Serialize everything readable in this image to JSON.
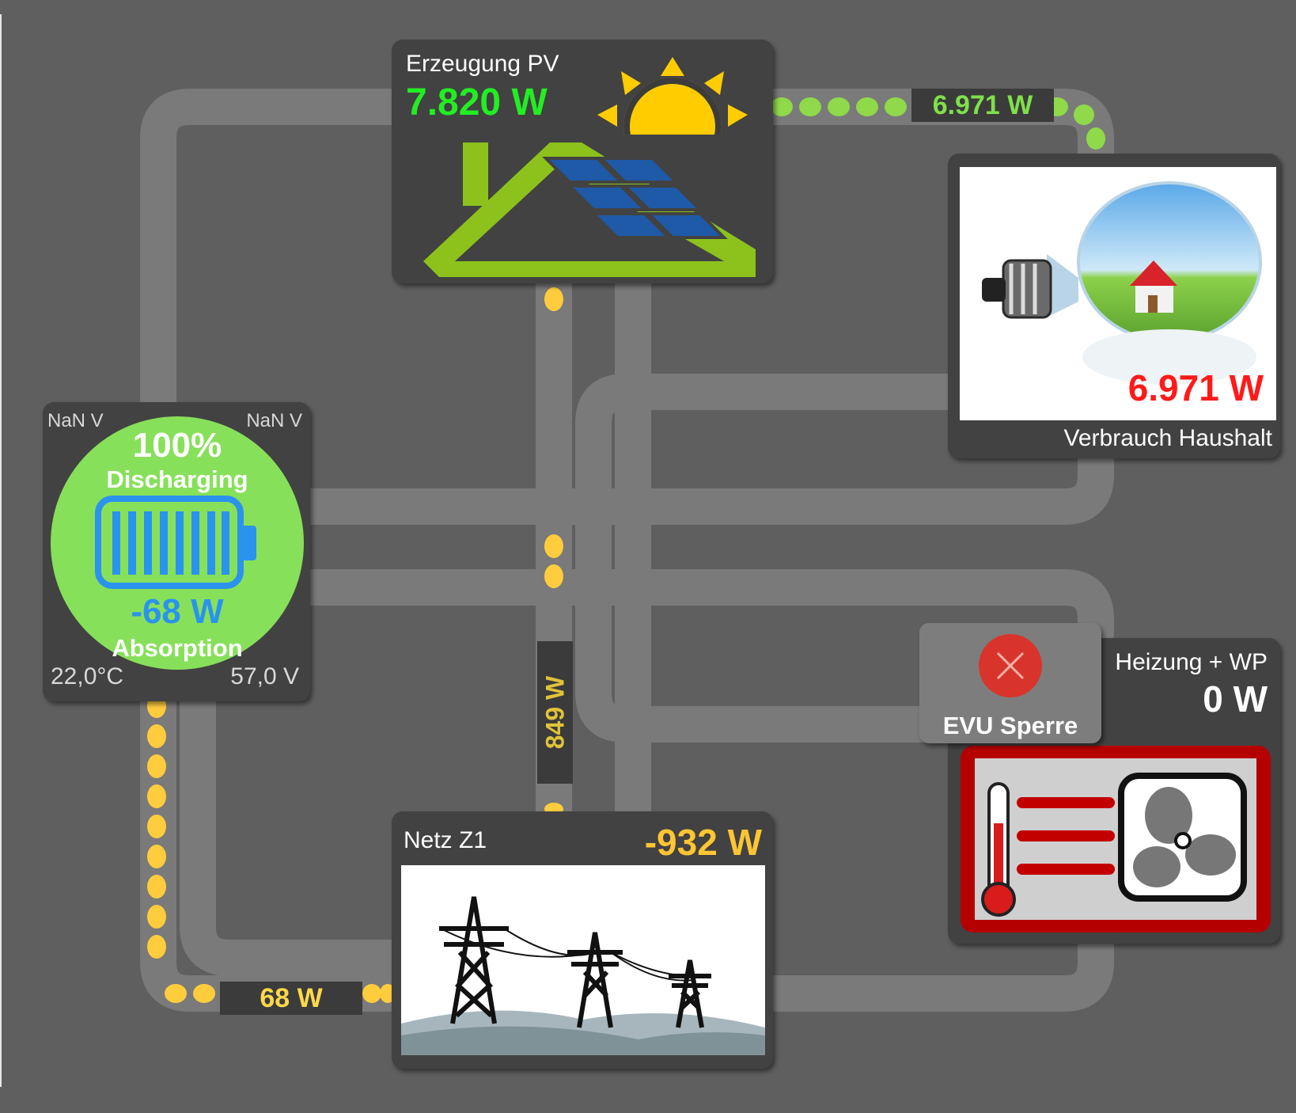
{
  "pv": {
    "title": "Erzeugung PV",
    "value": "7.820 W",
    "value_color": "#22ee22",
    "icon": "solar-roof-icon"
  },
  "household": {
    "title": "Verbrauch Haushalt",
    "value": "6.971 W",
    "value_color": "#ff1a1a",
    "icon": "lightbulb-house-icon"
  },
  "battery": {
    "voltage_left": "NaN V",
    "voltage_right": "NaN V",
    "soc": "100%",
    "state": "Discharging",
    "power": "-68 W",
    "mode": "Absorption",
    "temperature": "22,0°C",
    "voltage": "57,0 V",
    "circle_color": "#87e05a",
    "icon": "battery-icon"
  },
  "grid": {
    "title": "Netz Z1",
    "value": "-932 W",
    "value_color": "#ffc533",
    "icon": "power-pylons-icon"
  },
  "heating": {
    "title": "Heizung + WP",
    "value": "0 W",
    "icon": "heater-fan-icon"
  },
  "evu": {
    "label": "EVU Sperre",
    "icon": "close-icon",
    "icon_color": "#d9342b"
  },
  "flows": {
    "pv_to_house": "6.971 W",
    "battery_to_grid": "68 W",
    "grid_vertical": "849 W"
  },
  "colors": {
    "background": "#5f5f5f",
    "card": "#424242",
    "wire": "#7a7a7a",
    "flow_green": "#8fd94a",
    "flow_yellow": "#ffcc3d"
  }
}
